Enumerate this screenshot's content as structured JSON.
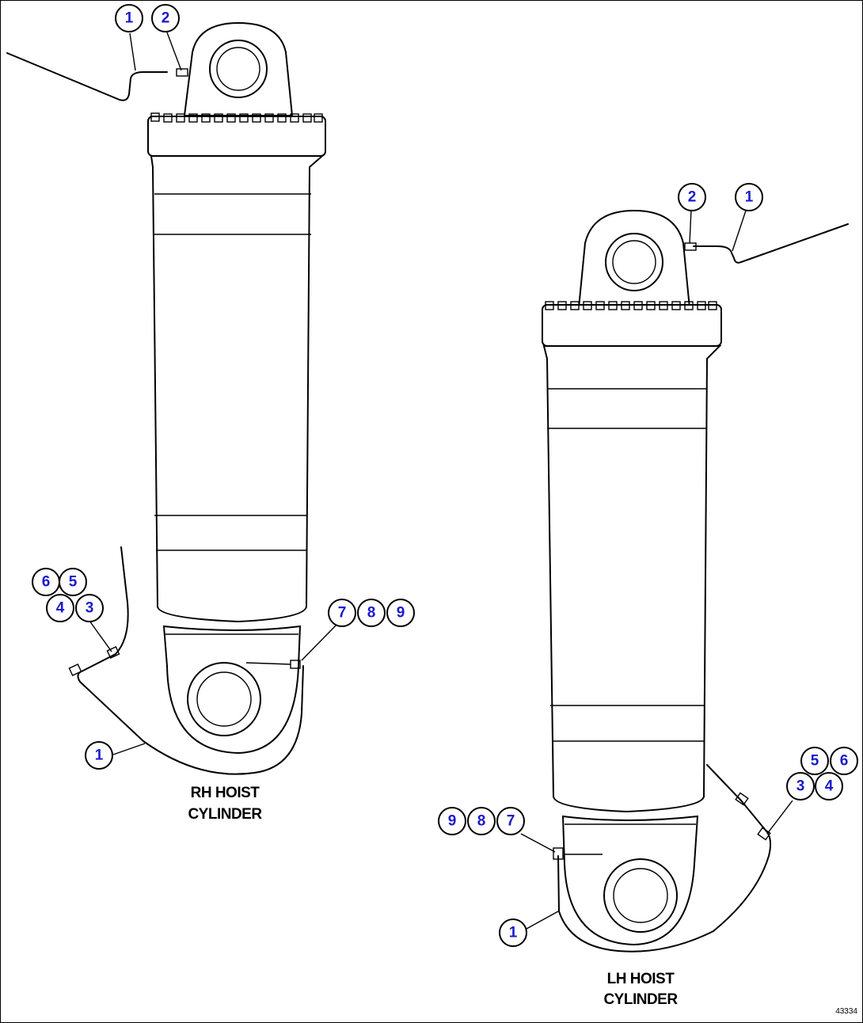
{
  "callout_color": "#1a1acc",
  "rh_cylinder": {
    "caption_line1": "RH HOIST",
    "caption_line2": "CYLINDER",
    "callouts": {
      "top_line": "1",
      "top_fitting": "2",
      "c6": "6",
      "c5": "5",
      "c4": "4",
      "c3": "3",
      "c7": "7",
      "c8": "8",
      "c9": "9",
      "bottom_line": "1"
    }
  },
  "lh_cylinder": {
    "caption_line1": "LH HOIST",
    "caption_line2": "CYLINDER",
    "callouts": {
      "top_fitting": "2",
      "top_line": "1",
      "c5": "5",
      "c6": "6",
      "c3": "3",
      "c4": "4",
      "c9": "9",
      "c8": "8",
      "c7": "7",
      "bottom_line": "1"
    }
  },
  "reference_number": "43334"
}
